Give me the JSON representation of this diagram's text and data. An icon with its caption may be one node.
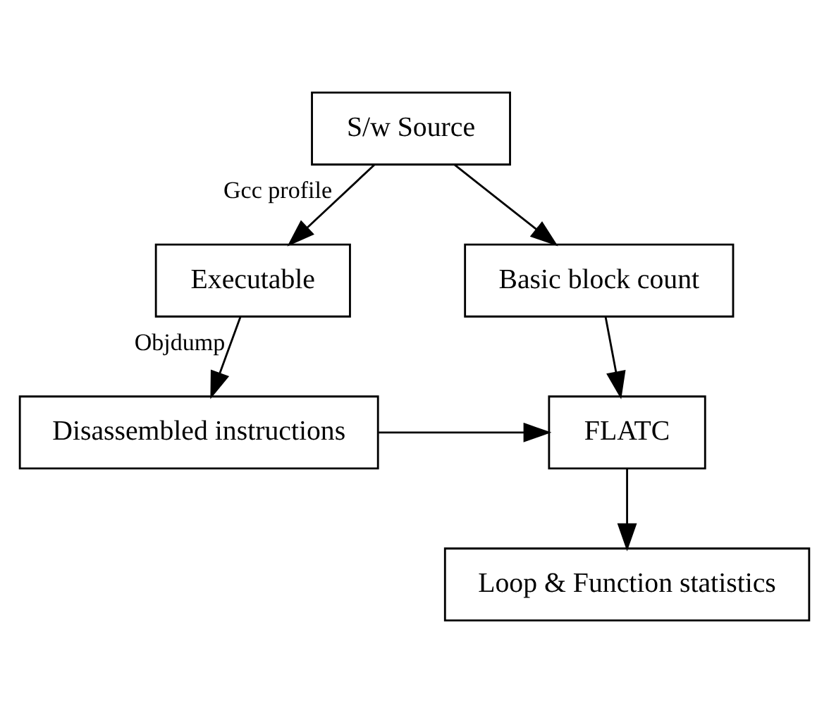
{
  "diagram": {
    "nodes": [
      {
        "text": [
          "S/w Source"
        ]
      },
      {
        "text": [
          "Executable"
        ]
      },
      {
        "text": [
          "Basic block count"
        ]
      },
      {
        "text": [
          "Disassembled instructions"
        ]
      },
      {
        "text": [
          "FLATC"
        ]
      },
      {
        "text": [
          "Loop & Function statistics"
        ]
      }
    ],
    "edges": [
      {
        "from": 0,
        "to": 1,
        "arrow": "to",
        "label": "Gcc profile"
      },
      {
        "from": 0,
        "to": 2,
        "arrow": "to"
      },
      {
        "from": 1,
        "to": 3,
        "arrow": "to",
        "label": "Objdump"
      },
      {
        "from": 2,
        "to": 4,
        "arrow": "to"
      },
      {
        "from": 3,
        "to": 4,
        "arrow": "to"
      },
      {
        "from": 4,
        "to": 5,
        "arrow": "to"
      }
    ]
  }
}
